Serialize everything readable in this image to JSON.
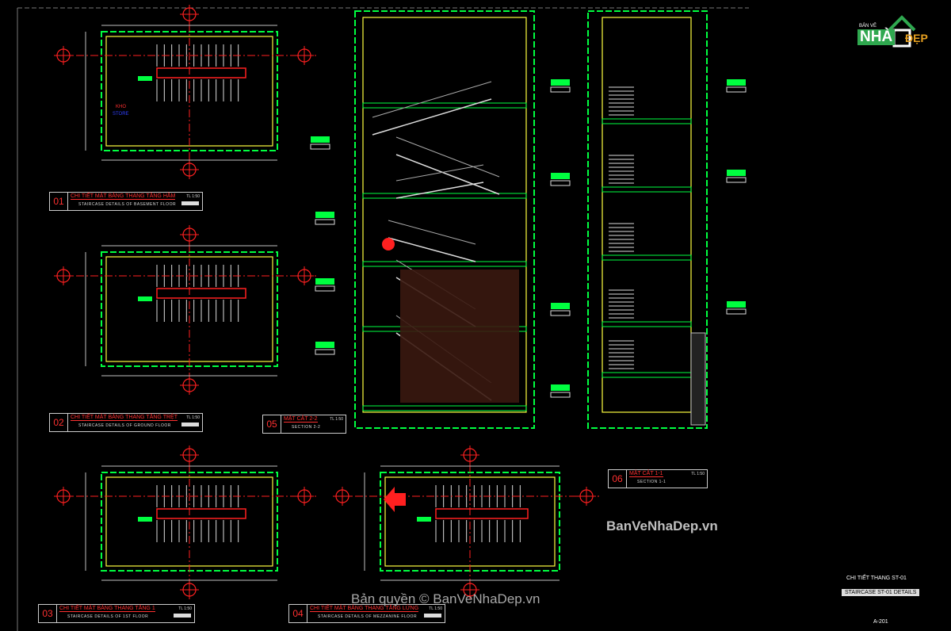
{
  "logo": {
    "line1": "BẢN VẼ",
    "line2": "NHÀ",
    "line3": "ĐẸP"
  },
  "rooms": {
    "store_vn": "KHO",
    "store_en": "STORE"
  },
  "title_blocks": [
    {
      "num": "01",
      "title": "CHI TIẾT MẶT BẰNG THANG TẦNG HẦM",
      "subtitle": "STAIRCASE DETAILS OF BASEMENT FLOOR",
      "scale": "TL 1:50"
    },
    {
      "num": "02",
      "title": "CHI TIẾT MẶT BẰNG THANG TẦNG TRỆT",
      "subtitle": "STAIRCASE DETAILS OF GROUND FLOOR",
      "scale": "TL 1:50"
    },
    {
      "num": "03",
      "title": "CHI TIẾT MẶT BẰNG THANG TẦNG 1",
      "subtitle": "STAIRCASE DETAILS OF 1ST FLOOR",
      "scale": "TL 1:50"
    },
    {
      "num": "04",
      "title": "CHI TIẾT MẶT BẰNG THANG TẦNG LỬNG",
      "subtitle": "STAIRCASE DETAILS OF MEZZANINE FLOOR",
      "scale": "TL 1:50"
    },
    {
      "num": "05",
      "title": "MẶT CẮT 2-2",
      "subtitle": "SECTION 2-2",
      "scale": "TL 1:50"
    },
    {
      "num": "06",
      "title": "MẶT CẮT 1-1",
      "subtitle": "SECTION 1-1",
      "scale": "TL 1:50"
    }
  ],
  "sheet": {
    "title_vn": "CHI TIẾT THANG ST-01",
    "title_en": "STAIRCASE ST-01 DETAILS",
    "number": "A-201"
  },
  "watermarks": {
    "main": "BanVeNhaDep.vn",
    "copyright": "Bản quyền © BanVeNhaDep.vn"
  },
  "colors": {
    "background": "#000000",
    "wall": "#00ff40",
    "hatch": "#ffff40",
    "annotation": "#ff2020",
    "dimension": "#bfbfbf"
  }
}
